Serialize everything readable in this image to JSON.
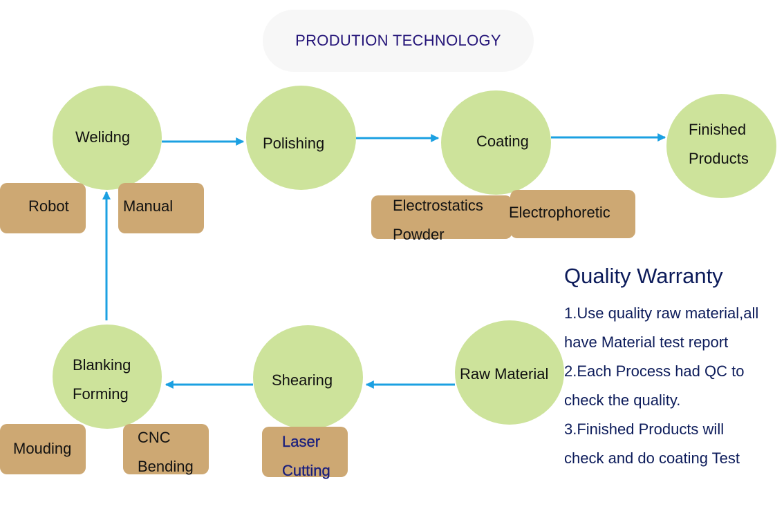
{
  "title": "PRODUTION TECHNOLOGY",
  "nodes": {
    "welding": "Welidng",
    "polishing": "Polishing",
    "coating": "Coating",
    "finished_line1": "Finished",
    "finished_line2": "Products",
    "blanking_line1": "Blanking",
    "blanking_line2": "Forming",
    "shearing": "Shearing",
    "raw_material": "Raw Material"
  },
  "options": {
    "robot": "Robot",
    "manual": "Manual",
    "electrostatics_line1": "Electrostatics",
    "electrostatics_line2": "Powder",
    "electrophoretic": "Electrophoretic",
    "mouding": "Mouding",
    "cnc_line1": "CNC",
    "cnc_line2": "Bending",
    "laser_line1": "Laser",
    "laser_line2": "Cutting"
  },
  "quality": {
    "heading": "Quality Warranty",
    "lines": [
      "1.Use quality raw material,all",
      "have Material test report",
      "2.Each Process had QC to",
      "check the quality.",
      "3.Finished Products will",
      "check and do coating Test"
    ]
  },
  "colors": {
    "node_fill": "#cde39b",
    "option_fill": "#cda873",
    "arrow": "#1ba0e2",
    "title_text": "#241478",
    "quality_text": "#0c1b5a"
  }
}
